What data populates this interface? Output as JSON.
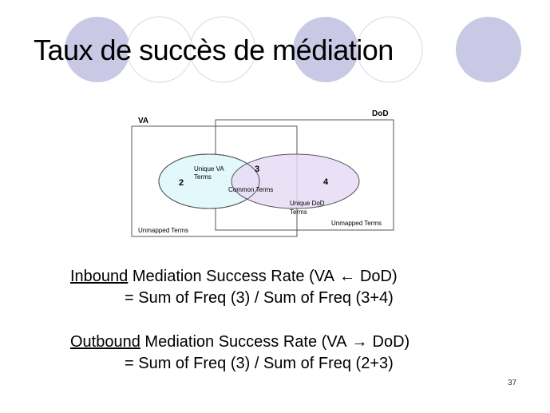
{
  "slide": {
    "title": "Taux de succès de médiation",
    "number": "37",
    "decor_color": "#c9c9e6"
  },
  "diagram": {
    "va_label": "VA",
    "dod_label": "DoD",
    "region_va_only": "2",
    "region_common": "3",
    "region_dod_only": "4",
    "unique_va_line1": "Unique VA",
    "unique_va_line2": "Terms",
    "common_terms": "Common Terms",
    "unique_dod_line1": "Unique DoD",
    "unique_dod_line2": "Terms",
    "unmapped_va": "Unmapped Terms",
    "unmapped_dod": "Unmapped Terms",
    "va_fill": "#e3f8fb",
    "dod_fill": "#e7dcf5",
    "overlap_fill": "#cfe1f3"
  },
  "formulas": {
    "inbound": {
      "keyword": "Inbound",
      "rest_before_arrow": "Mediation Success Rate (VA",
      "arrow": "←",
      "rest_after_arrow": "DoD)",
      "equation": "= Sum of Freq (3) / Sum of Freq (3+4)"
    },
    "outbound": {
      "keyword": "Outbound",
      "rest_before_arrow": "Mediation Success Rate (VA",
      "arrow": "→",
      "rest_after_arrow": "DoD)",
      "equation": "= Sum of Freq (3) / Sum of Freq (2+3)"
    }
  }
}
